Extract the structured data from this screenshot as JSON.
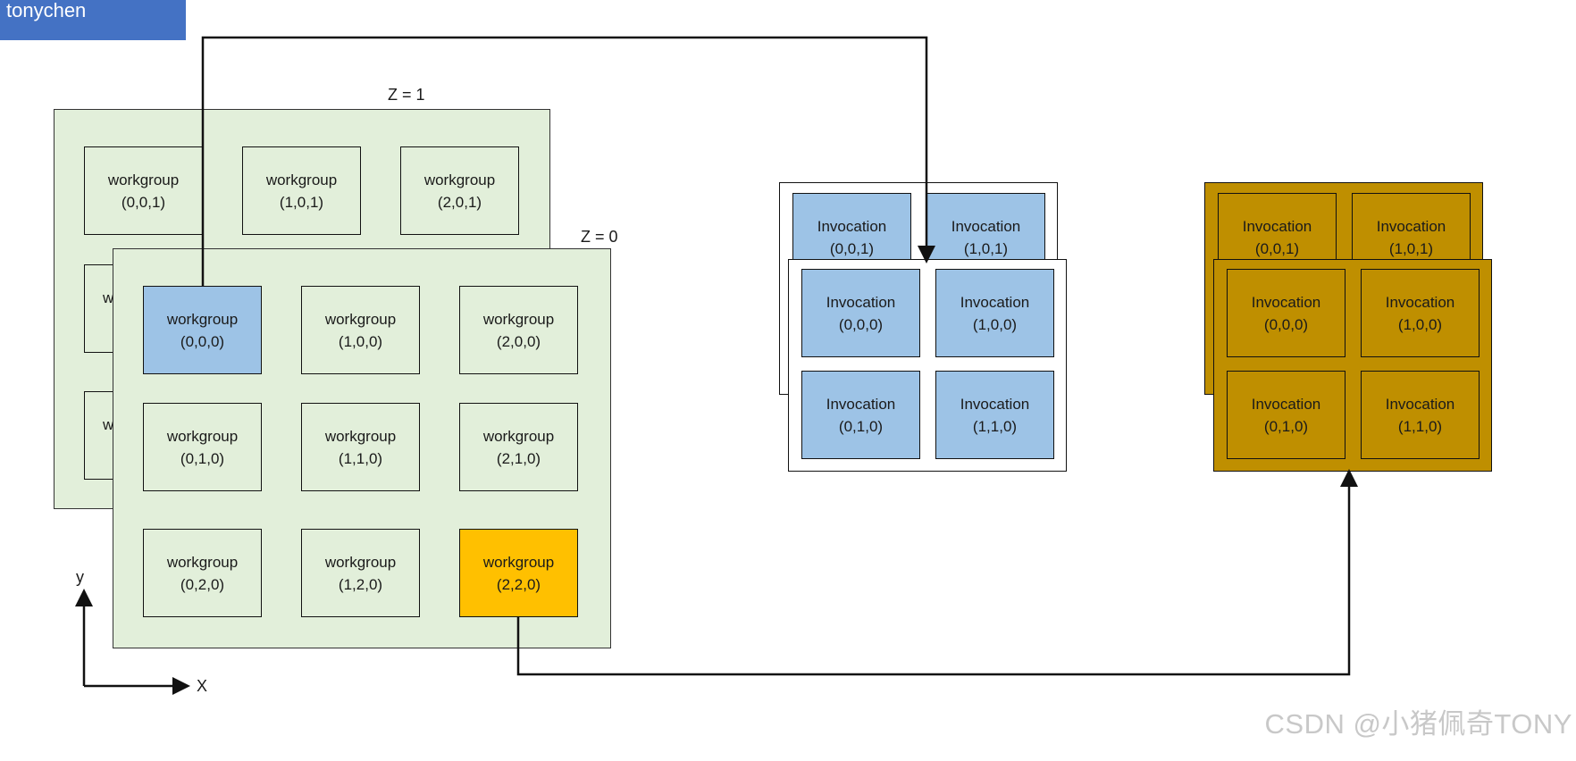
{
  "badge": "tonychen",
  "z1_label": "Z = 1",
  "z0_label": "Z = 0",
  "axis": {
    "y": "y",
    "x": "X"
  },
  "workgroup_word": "workgroup",
  "invocation_word": "Invocation",
  "z1_row0": [
    "(0,0,1)",
    "(1,0,1)",
    "(2,0,1)"
  ],
  "z1_partial": "w",
  "z0": [
    [
      "(0,0,0)",
      "(1,0,0)",
      "(2,0,0)"
    ],
    [
      "(0,1,0)",
      "(1,1,0)",
      "(2,1,0)"
    ],
    [
      "(0,2,0)",
      "(1,2,0)",
      "(2,2,0)"
    ]
  ],
  "inv_back": [
    "(0,0,1)",
    "(1,0,1)"
  ],
  "inv_front": [
    [
      "(0,0,0)",
      "(1,0,0)"
    ],
    [
      "(0,1,0)",
      "(1,1,0)"
    ]
  ],
  "colors": {
    "plane": "#e2efda",
    "highlight_blue": "#9dc3e6",
    "highlight_gold": "#ffc000",
    "dark_gold": "#bf8f00",
    "badge": "#4472c4"
  },
  "watermark": "CSDN @小猪佩奇TONY"
}
